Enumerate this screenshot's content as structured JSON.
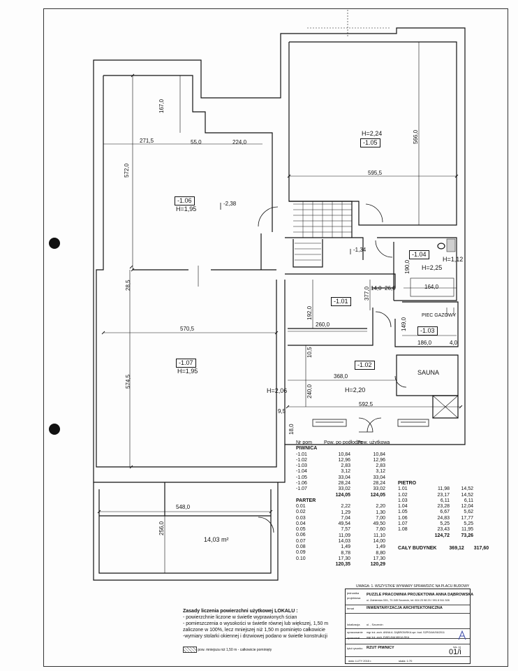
{
  "note_top": "UWAGA: 1. WSZYSTKIE WYMIARY SPRAWDZIC NA PLACU BUDOWY",
  "rooms": {
    "r105": {
      "code": "-1.05",
      "height": "H=2,24"
    },
    "r106": {
      "code": "-1.06",
      "height": "H=1,95"
    },
    "r107": {
      "code": "-1.07",
      "height": "H=1,95"
    },
    "r101": {
      "code": "-1.01"
    },
    "r102": {
      "code": "-1.02",
      "height": "H=2,20"
    },
    "r103": {
      "code": "-1.03"
    },
    "r104": {
      "code": "-1.04",
      "height": "H=2,25"
    },
    "sauna": "SAUNA",
    "piec": "PIEC GAZOWY",
    "h112": "H=1,12",
    "h206": "H=2,06",
    "storage_area": "14,03 m²",
    "lvl_238": "-2,38",
    "lvl_134": "-1,34"
  },
  "dims": {
    "d167": "167,0",
    "d2715": "271,5",
    "d550": "55,0",
    "d2240": "224,0",
    "d5720": "572,0",
    "d5660": "566,0",
    "d5955": "595,5",
    "d285": "28,5",
    "d5705": "570,5",
    "d5745": "574,5",
    "d1920": "192,0",
    "d3770": "377,0",
    "d140": "14,0",
    "d260a": "26,0",
    "d1640": "164,0",
    "d1900": "190,0",
    "d2600": "260,0",
    "d1490": "149,0",
    "d1860": "186,0",
    "d40": "4,0",
    "d105": "10,5",
    "d3680": "368,0",
    "d2400": "240,0",
    "d5925": "592,5",
    "d95": "9,5",
    "d180": "18,0",
    "d5480": "548,0",
    "d2560": "256,0"
  },
  "table": {
    "head_nr": "Nr pom",
    "head_pow": "Pow. po podłodze",
    "head_uz": "Pow. użytkowa",
    "piwnica_label": "PIWNICA",
    "piwnica": [
      [
        "-1.01",
        "10,84",
        "10,84"
      ],
      [
        "-1.02",
        "12,96",
        "12,96"
      ],
      [
        "-1.03",
        "2,83",
        "2,83"
      ],
      [
        "-1.04",
        "3,12",
        "3,12"
      ],
      [
        "-1.05",
        "33,04",
        "33,04"
      ],
      [
        "-1.06",
        "28,24",
        "28,24"
      ],
      [
        "-1.07",
        "33,02",
        "33,02"
      ]
    ],
    "piwnica_sum": [
      "124,05",
      "124,05"
    ],
    "parter_label": "PARTER",
    "parter": [
      [
        "0.01",
        "2,22",
        "2,20"
      ],
      [
        "0.02",
        "1,29",
        "1,30"
      ],
      [
        "0.03",
        "7,04",
        "7,00"
      ],
      [
        "0.04",
        "49,54",
        "49,50"
      ],
      [
        "0.05",
        "7,57",
        "7,60"
      ],
      [
        "0.06",
        "11,09",
        "11,10"
      ],
      [
        "0.07",
        "14,03",
        "14,00"
      ],
      [
        "0.08",
        "1,49",
        "1,49"
      ],
      [
        "0.09",
        "8,78",
        "8,80"
      ],
      [
        "0.10",
        "17,30",
        "17,30"
      ]
    ],
    "parter_sum": [
      "120,35",
      "120,29"
    ],
    "pietro_label": "PIETRO",
    "pietro": [
      [
        "1.01",
        "11,98",
        "14,52"
      ],
      [
        "1.02",
        "23,17",
        "14,52"
      ],
      [
        "1.03",
        "6,11",
        "6,11"
      ],
      [
        "1.04",
        "23,28",
        "12,04"
      ],
      [
        "1.05",
        "6,67",
        "5,62"
      ],
      [
        "1.06",
        "24,83",
        "17,77"
      ],
      [
        "1.07",
        "5,25",
        "5,25"
      ],
      [
        "1.08",
        "23,43",
        "11,95"
      ]
    ],
    "pietro_sum": [
      "124,72",
      "73,26"
    ],
    "total_label": "CAŁY BUDYNEK",
    "total": [
      "369,12",
      "317,60"
    ]
  },
  "rules": {
    "title": "Zasady liczenia powierzchni użytkowej LOKALU :",
    "l1": "- powierzchnie liczone  w świetle wyprawionych ścian",
    "l2": "- pomieszczenia o wysokości w świetle równej lub większej, 1,50 m",
    "l3": "zaliczone w 100%, lecz mniejszej niż 1,50 m pominięto całkowicie",
    "l4": "-wymiary stolarki okiennej i drzwiowej podano w świetle konstrukcji",
    "legend": "pow. mniejsza niż 1,50 m - całkowicie pominięty"
  },
  "titleblock": {
    "jednostka_label": "jednostka projektowa",
    "firm": "PUZZLE PRACOWNIA PROJEKTOWA ANNA DĄBROWSKA",
    "address": "ul. Żołnierska 33/1, 70-345 Szczecin, tel. 604 23 98 29 / 091 8 511 328",
    "temat_label": "temat",
    "temat": "INWENTARYZACJA ARCHITEKTONICZNA",
    "lokalizacja_label": "lokalizacja",
    "lokalizacja": "ul.              , Szczecin",
    "opracowanie_label": "opracowanie",
    "opracowal_label": "opracował",
    "p1": "mgr inż. arch. ANNA A. DĄBROWSKA upr. bud. SZPOIAK/06/2011",
    "p2": "mgr inż. arch. EWELINA MIKULSKA",
    "rysunek_label": "tytuł rysunku",
    "rysunek": "RZUT PIWNICY",
    "rys_nr_label": "rys. nr",
    "rys_nr": "01/i",
    "data": "data: LUTY 2015 r.",
    "skala": "skala: 1:70"
  }
}
